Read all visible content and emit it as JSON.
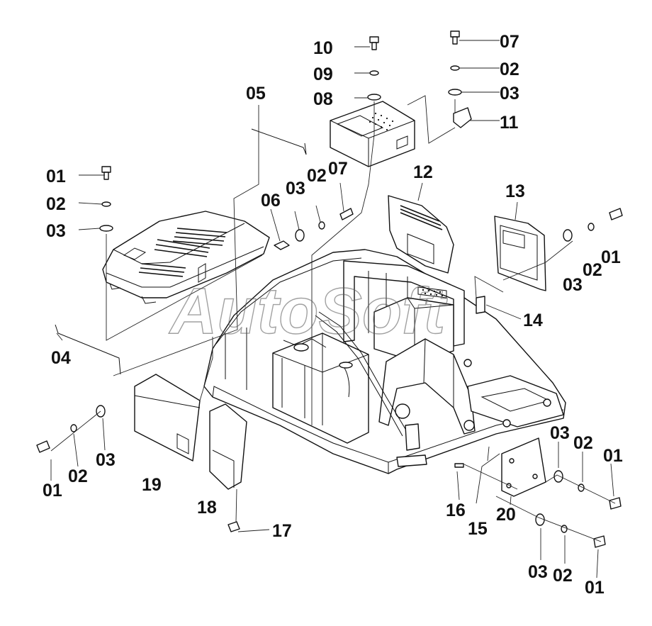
{
  "watermark": "AutoSoft",
  "labels": {
    "L01a": "01",
    "L02a": "02",
    "L03a": "03",
    "L04": "04",
    "L05": "05",
    "L06": "06",
    "L03b": "03",
    "L02b": "02",
    "L07a": "07",
    "L10": "10",
    "L09": "09",
    "L08": "08",
    "L07b": "07",
    "L02c": "02",
    "L03c": "03",
    "L11": "11",
    "L12": "12",
    "L13": "13",
    "L01b": "01",
    "L02d": "02",
    "L03d": "03",
    "L14": "14",
    "L01c": "01",
    "L02e": "02",
    "L03e": "03",
    "L19": "19",
    "L18": "18",
    "L17": "17",
    "L16": "16",
    "L15": "15",
    "L20": "20",
    "L03f": "03",
    "L02f": "02",
    "L01d": "01",
    "L03g": "03",
    "L02g": "02",
    "L01e": "01"
  }
}
